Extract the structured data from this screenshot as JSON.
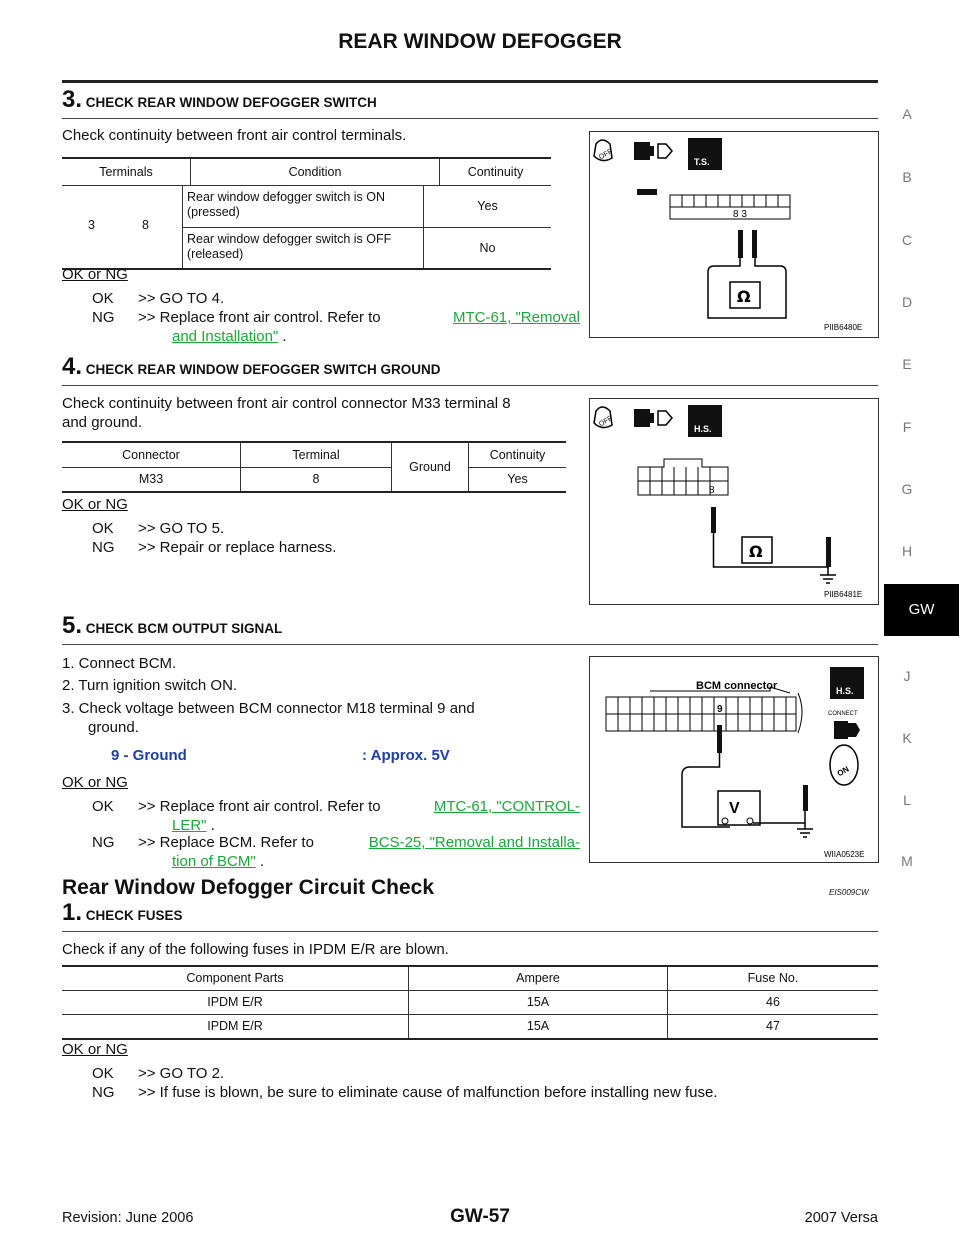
{
  "header": {
    "title": "REAR WINDOW DEFOGGER"
  },
  "side_tabs": [
    "A",
    "B",
    "C",
    "D",
    "E",
    "F",
    "G",
    "H",
    "GW",
    "J",
    "K",
    "L",
    "M"
  ],
  "step3": {
    "num": "3.",
    "title": "CHECK REAR WINDOW DEFOGGER SWITCH",
    "intro": "Check continuity between front air control terminals.",
    "table": {
      "headers": [
        "Terminals",
        "Condition",
        "Continuity"
      ],
      "term_a": "3",
      "term_b": "8",
      "rows": [
        {
          "condition_1": "Rear window defogger switch is ON",
          "condition_2": "(pressed)",
          "continuity": "Yes"
        },
        {
          "condition_1": "Rear window defogger switch is OFF",
          "condition_2": "(released)",
          "continuity": "No"
        }
      ]
    },
    "ok_ng": "OK or NG",
    "ok_label": "OK",
    "ok_text": ">> GO TO 4.",
    "ng_label": "NG",
    "ng_text": ">> Replace front air control. Refer to",
    "ng_link_1": "MTC-61, \"Removal",
    "ng_link_2": "and Installation\"",
    "ng_end": ".",
    "figure": {
      "code": "PIIB6480E",
      "connector_nums": "8 3",
      "badge": "T.S."
    }
  },
  "step4": {
    "num": "4.",
    "title": "CHECK REAR WINDOW DEFOGGER SWITCH GROUND",
    "intro_1": "Check continuity between front air control connector M33 terminal 8",
    "intro_2": "and ground.",
    "table": {
      "headers": [
        "Connector",
        "Terminal",
        "Ground",
        "Continuity"
      ],
      "row": [
        "M33",
        "8",
        "Yes"
      ]
    },
    "ok_ng": "OK or NG",
    "ok_label": "OK",
    "ok_text": ">> GO TO 5.",
    "ng_label": "NG",
    "ng_text": ">> Repair or replace harness.",
    "figure": {
      "code": "PIIB6481E",
      "connector_num": "8",
      "badge": "H.S."
    }
  },
  "step5": {
    "num": "5.",
    "title": "CHECK BCM OUTPUT SIGNAL",
    "items": [
      "1.  Connect BCM.",
      "2.  Turn ignition switch ON.",
      "3.  Check voltage between BCM connector M18 terminal 9 and",
      "ground."
    ],
    "spec_left": "9 - Ground",
    "spec_right": ": Approx. 5V",
    "ok_ng": "OK or NG",
    "ok_label": "OK",
    "ok_text": ">> Replace front air control. Refer to",
    "ok_link_1": "MTC-61, \"CONTROL-",
    "ok_link_2": "LER\"",
    "ok_end": ".",
    "ng_label": "NG",
    "ng_text": ">> Replace BCM. Refer to",
    "ng_link_1": "BCS-25, \"Removal and Installa-",
    "ng_link_2": "tion of BCM\"",
    "ng_end": ".",
    "figure": {
      "code": "WIIA0523E",
      "title": "BCM connector",
      "pin": "9",
      "badge": "H.S.",
      "connect": "CONNECT",
      "on": "ON",
      "meter": "V"
    }
  },
  "section": {
    "title": "Rear Window Defogger Circuit Check",
    "code": "EIS009CW"
  },
  "step1": {
    "num": "1.",
    "title": "CHECK FUSES",
    "intro": "Check if any of the following fuses in IPDM E/R are blown.",
    "table": {
      "headers": [
        "Component Parts",
        "Ampere",
        "Fuse No."
      ],
      "rows": [
        [
          "IPDM E/R",
          "15A",
          "46"
        ],
        [
          "IPDM E/R",
          "15A",
          "47"
        ]
      ]
    },
    "ok_ng": "OK or NG",
    "ok_label": "OK",
    "ok_text": ">> GO TO 2.",
    "ng_label": "NG",
    "ng_text": ">> If fuse is blown, be sure to eliminate cause of malfunction before installing new fuse."
  },
  "footer": {
    "revision": "Revision: June 2006",
    "page": "GW-57",
    "model": "2007 Versa"
  }
}
